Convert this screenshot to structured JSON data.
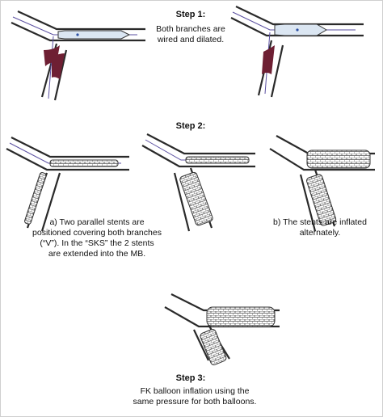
{
  "step1": {
    "heading": "Step 1:",
    "line1": "Both branches are",
    "line2": "wired and dilated."
  },
  "step2": {
    "heading": "Step 2:",
    "a_line1": "a) Two parallel stents are",
    "a_line2": "positioned covering both branches",
    "a_line3": "(“V”). In the “SKS” the 2 stents",
    "a_line4": "are extended into the MB.",
    "b_line1": "b) The stents are inflated",
    "b_line2": "alternately."
  },
  "step3": {
    "heading": "Step 3:",
    "line1": "FK balloon inflation using the",
    "line2": "same pressure for both balloons."
  },
  "colors": {
    "vessel_wall": "#2a2a2a",
    "guide_wire": "#5a4fa0",
    "plaque": "#6e1f33",
    "balloon_fill": "#dbe6f2",
    "stent_mesh": "#555555"
  }
}
